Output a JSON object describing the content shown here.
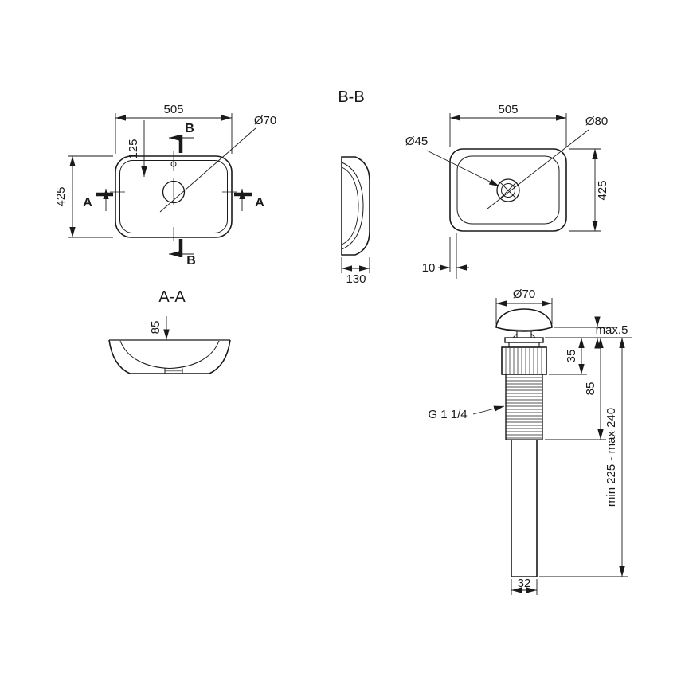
{
  "meta": {
    "background": "#ffffff",
    "ink": "#1a1a1a"
  },
  "views": {
    "top": {
      "width": "505",
      "faucet_offset": "125",
      "depth": "425",
      "drain_hole": "Ø70",
      "markers": {
        "a": "A",
        "b": "B"
      }
    },
    "underside": {
      "width": "505",
      "depth": "425",
      "drain_inner": "Ø45",
      "drain_outer": "Ø80",
      "rim_offset": "10"
    }
  },
  "sections": {
    "aa": {
      "title": "A-A",
      "height": "85"
    },
    "bb": {
      "title": "B-B",
      "height": "130"
    }
  },
  "drain_assembly": {
    "cap_diameter": "Ø70",
    "cap_gap": "max.5",
    "upper_height": "35",
    "body_height": "85",
    "thread_size": "G 1 1/4",
    "install_length": "min 225 - max 240",
    "tailpipe_diameter": "32"
  }
}
